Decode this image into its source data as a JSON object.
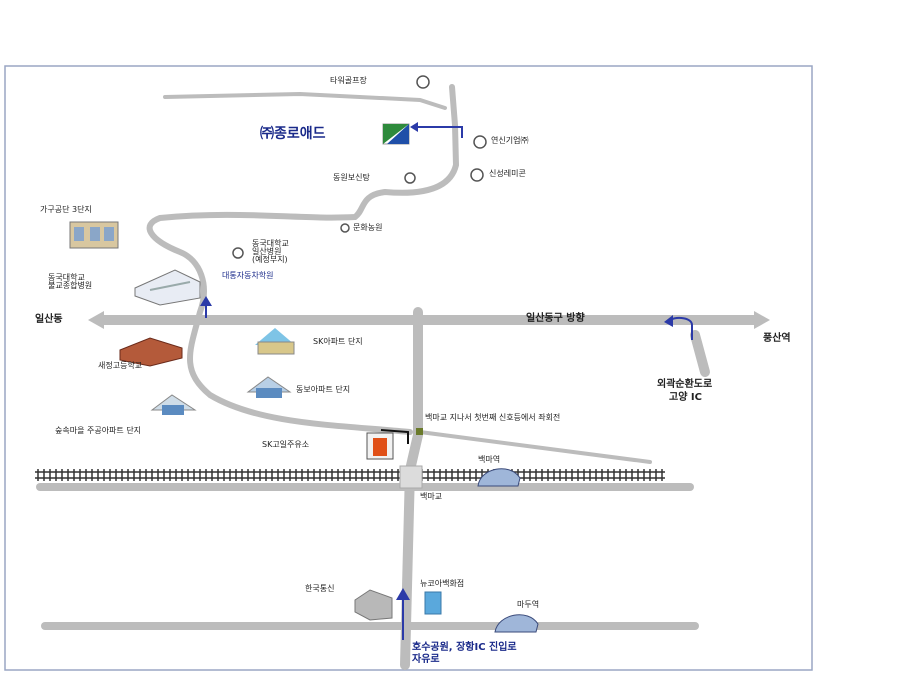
{
  "colors": {
    "road": "#bcbcbc",
    "frame": "#9aa6c4",
    "arrow": "#2b3aa8",
    "text": "#222222",
    "blue_text": "#1a2a8a",
    "rail": "#333333",
    "logo_green": "#2e8a3c",
    "logo_blue": "#1f4fa8",
    "station_fill": "#9fb6d9",
    "gas_station": "#e05018"
  },
  "map": {
    "brand": "㈜종로애드",
    "landmarks": {
      "golf": "타워골프장",
      "yeonsin": "연신기업㈜",
      "sinseong": "신성레미콘",
      "dongwon": "동원보신탕",
      "munhwa": "문화농원",
      "furniture": "가구공단 3단지",
      "driving_school_small": [
        "동국대학교",
        "일산병원",
        "(예정부지)"
      ],
      "driving_school": "대통자동차학원",
      "hospital": [
        "동국대학교",
        "불교종합병원"
      ],
      "saejeong_school": "새정고등학교",
      "sk_apt": "SK아파트 단지",
      "dongbo_apt": "동보아파트 단지",
      "jugong_apt": "숲속마을 주공아파트 단지",
      "sk_gas": "SK고일주유소",
      "baekma_station": "백마역",
      "baekma_bridge": "백마교",
      "kt": "한국통신",
      "newcore": "뉴코아백화점",
      "madu_station": "마두역"
    },
    "roads": {
      "ilsandong": "일산동",
      "ilsandonggu": "일산동구 방향",
      "pungsan": "풍산역",
      "beltway": [
        "외곽순환도로",
        "고양 IC"
      ],
      "direction_note": "백마교 지나서 첫번째 신호등에서 좌회전",
      "bottom_note": [
        "호수공원, 장항IC 진입로",
        "자유로"
      ]
    }
  }
}
